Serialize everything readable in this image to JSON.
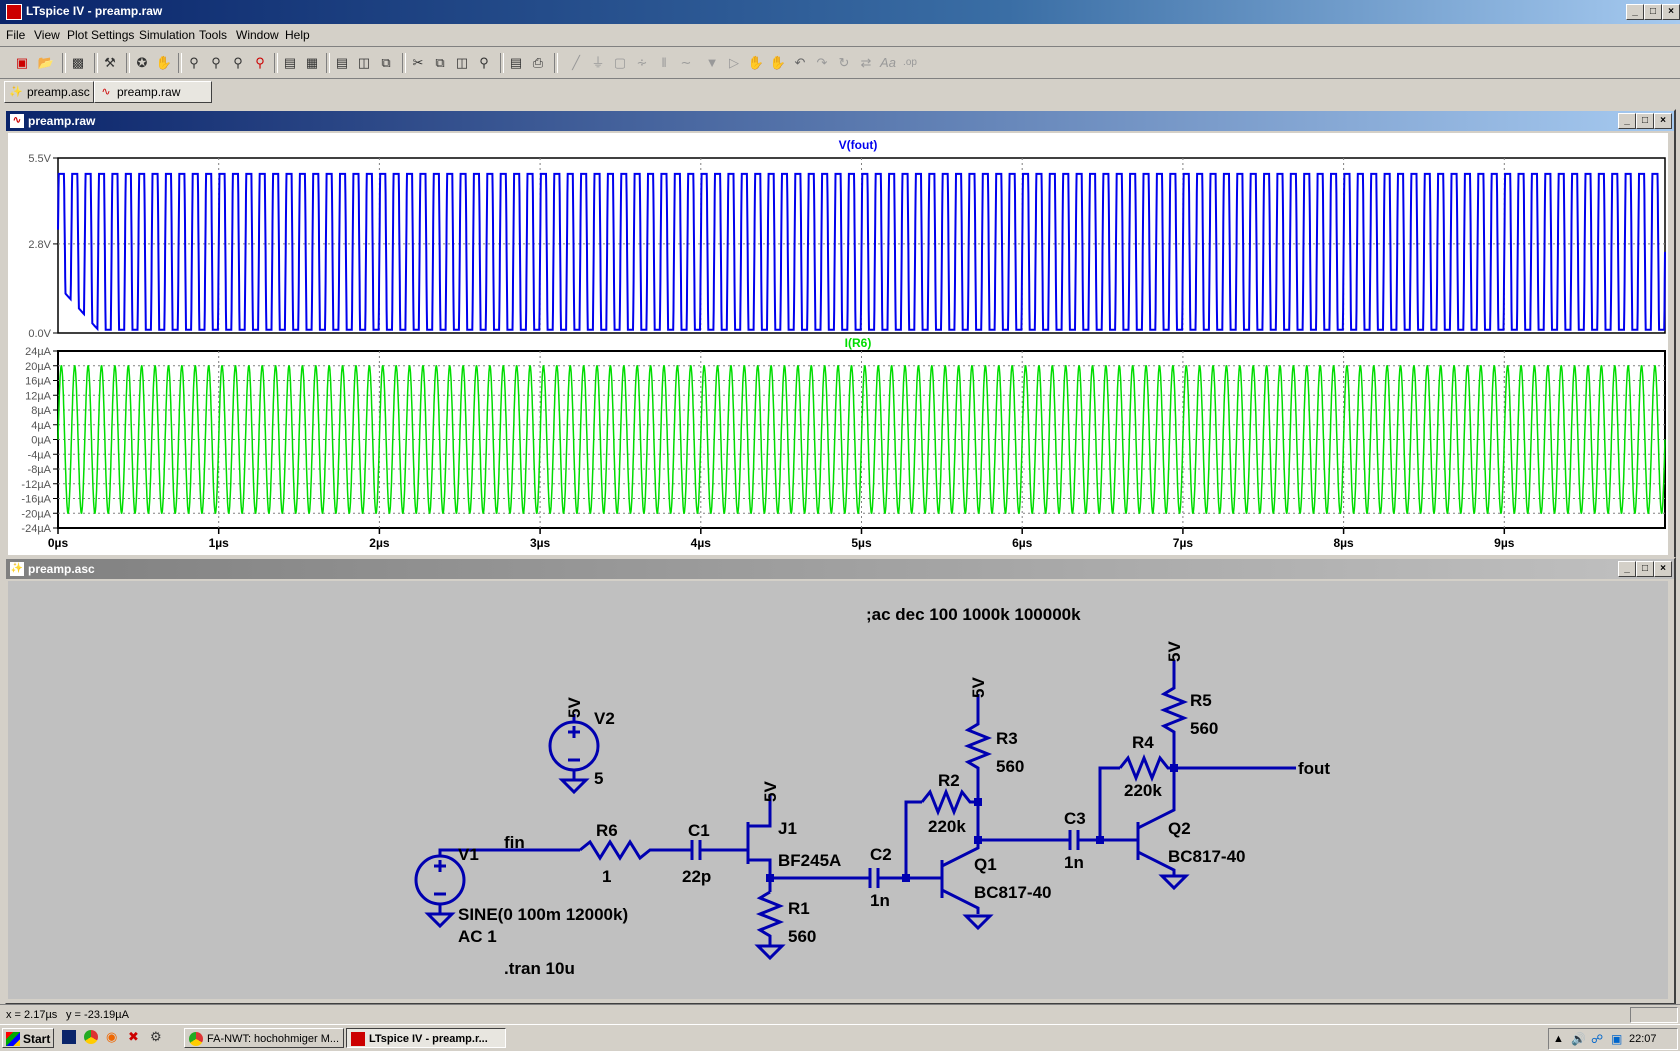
{
  "app": {
    "title": "LTspice IV - preamp.raw",
    "window_buttons": [
      "_",
      "□",
      "×"
    ]
  },
  "menu": [
    "File",
    "View",
    "Plot Settings",
    "Simulation",
    "Tools",
    "Window",
    "Help"
  ],
  "toolbar_icons": [
    "new-schematic-icon",
    "open-icon",
    "save-icon",
    "control-panel-icon",
    "run-icon",
    "halt-icon",
    "zoom-in-icon",
    "zoom-out-icon",
    "zoom-full-icon",
    "zoom-cancel-icon",
    "autorange-icon",
    "vertical-autorange-icon",
    "tile-horizontal-icon",
    "tile-vertical-icon",
    "cascade-icon",
    "cut-icon",
    "copy-icon",
    "paste-icon",
    "find-icon",
    "print-preview-icon",
    "print-icon",
    "wire-icon",
    "ground-icon",
    "label-icon",
    "resistor-icon",
    "capacitor-icon",
    "inductor-icon",
    "diode-icon",
    "component-icon",
    "move-icon",
    "drag-icon",
    "undo-icon",
    "redo-icon",
    "rotate-icon",
    "mirror-icon",
    "text-icon",
    "spice-directive-icon"
  ],
  "tabs": [
    {
      "label": "preamp.asc",
      "icon": "schematic-icon",
      "active": false
    },
    {
      "label": "preamp.raw",
      "icon": "waveform-icon",
      "active": true
    }
  ],
  "waveform_window": {
    "title": "preamp.raw",
    "buttons": [
      "_",
      "□",
      "×"
    ]
  },
  "schematic_window": {
    "title": "preamp.asc",
    "buttons": [
      "_",
      "□",
      "×"
    ]
  },
  "chart_data": [
    {
      "type": "line",
      "title": "V(fout)",
      "x_unit": "µs",
      "xlim": [
        0,
        10
      ],
      "x_ticks": [
        "0µs",
        "1µs",
        "2µs",
        "3µs",
        "4µs",
        "5µs",
        "6µs",
        "7µs",
        "8µs",
        "9µs"
      ],
      "ylim": [
        0,
        5.5
      ],
      "y_ticks": [
        "5.5V",
        "2.8V",
        "0.0V"
      ],
      "color": "#0000ee",
      "waveform": {
        "frequency_MHz": 12,
        "min_V": 0.0,
        "max_V": 5.0,
        "settled_min_V": 0.1,
        "startup_min_V": 1.5
      }
    },
    {
      "type": "line",
      "title": "I(R6)",
      "x_unit": "µs",
      "xlim": [
        0,
        10
      ],
      "x_ticks": [
        "0µs",
        "1µs",
        "2µs",
        "3µs",
        "4µs",
        "5µs",
        "6µs",
        "7µs",
        "8µs",
        "9µs"
      ],
      "ylim": [
        -24,
        24
      ],
      "y_ticks": [
        "24µA",
        "20µA",
        "16µA",
        "12µA",
        "8µA",
        "4µA",
        "0µA",
        "-4µA",
        "-8µA",
        "-12µA",
        "-16µA",
        "-20µA",
        "-24µA"
      ],
      "color": "#00dd00",
      "waveform": {
        "frequency_MHz": 12,
        "amplitude_uA": 20
      }
    }
  ],
  "schematic": {
    "directive_ac": ";ac dec 100 1000k 100000k",
    "directive_tran": ".tran 10u",
    "v1": {
      "name": "V1",
      "value": "SINE(0 100m 12000k)",
      "ac": "AC 1"
    },
    "v2": {
      "name": "V2",
      "value": "5",
      "supply": "5V"
    },
    "net_fin": "fin",
    "net_fout": "fout",
    "r6": {
      "name": "R6",
      "value": "1"
    },
    "c1": {
      "name": "C1",
      "value": "22p"
    },
    "j1": {
      "name": "J1",
      "model": "BF245A",
      "supply": "5V"
    },
    "r1": {
      "name": "R1",
      "value": "560"
    },
    "c2": {
      "name": "C2",
      "value": "1n"
    },
    "r2": {
      "name": "R2",
      "value": "220k"
    },
    "r3": {
      "name": "R3",
      "value": "560",
      "supply": "5V"
    },
    "q1": {
      "name": "Q1",
      "model": "BC817-40"
    },
    "c3": {
      "name": "C3",
      "value": "1n"
    },
    "r4": {
      "name": "R4",
      "value": "220k"
    },
    "r5": {
      "name": "R5",
      "value": "560",
      "supply": "5V"
    },
    "q2": {
      "name": "Q2",
      "model": "BC817-40"
    }
  },
  "status": {
    "x": "x = 2.17µs",
    "y": "y = -23.19µA"
  },
  "taskbar": {
    "start": "Start",
    "tasks": [
      {
        "label": "FA-NWT: hochohmiger M...",
        "active": false
      },
      {
        "label": "LTspice IV - preamp.r...",
        "active": true
      }
    ],
    "clock": "22:07"
  }
}
